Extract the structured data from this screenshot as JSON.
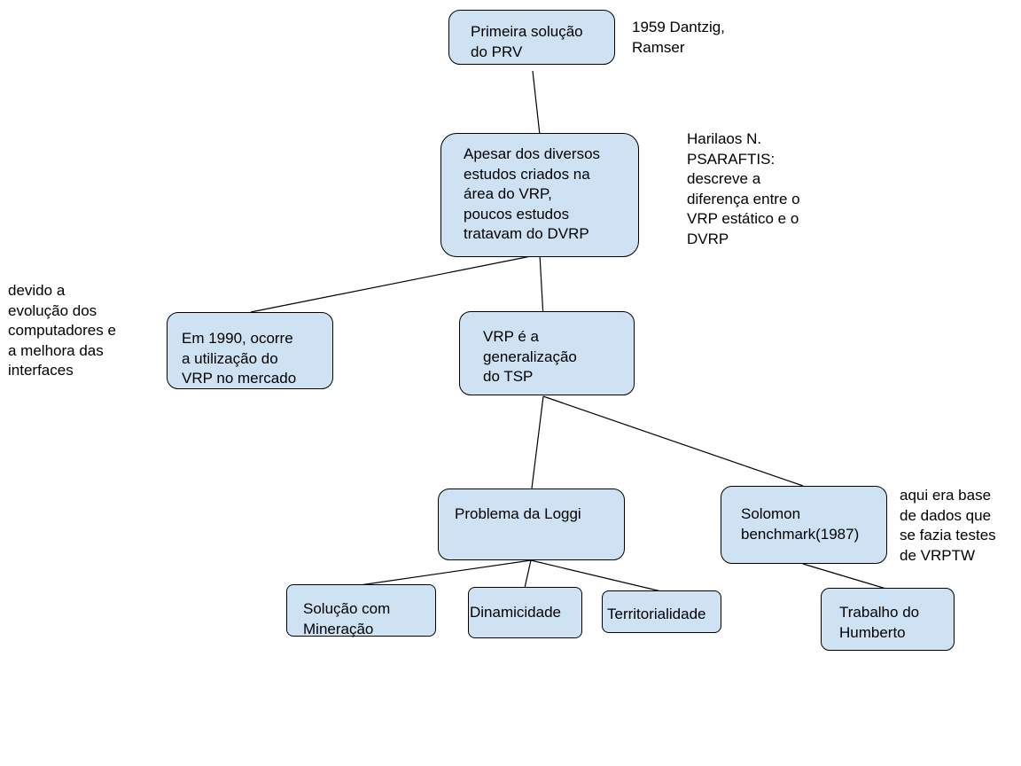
{
  "colors": {
    "node_fill": "#cfe2f3",
    "node_border": "#000000",
    "connector": "#000000",
    "background": "#ffffff"
  },
  "nodes": {
    "primeira_solucao": "Primeira solução\ndo PRV",
    "apesar": "Apesar dos diversos\nestudos criados na\nárea do VRP,\npoucos estudos\ntratavam do DVRP",
    "em_1990": "Em 1990, ocorre\na utilização do\nVRP no mercado",
    "vrp_generalizacao": "VRP é a\ngeneralização\ndo TSP",
    "problema_loggi": "Problema da Loggi",
    "solomon": "Solomon\nbenchmark(1987)",
    "solucao_mineracao": "Solução com\nMineração",
    "dinamicidade": "Dinamicidade",
    "territorialidade": "Territorialidade",
    "trabalho_humberto": "Trabalho do\nHumberto"
  },
  "notes": {
    "dantzig": "1959 Dantzig,\nRamser",
    "psaraftis": "Harilaos N.\nPSARAFTIS:\ndescreve a\ndiferença entre o\nVRP estático e o\nDVRP",
    "devido": "devido a\nevolução dos\ncomputadores e\na melhora das\ninterfaces",
    "aqui_era": "aqui era base\nde dados que\nse fazia testes\nde VRPTW"
  }
}
